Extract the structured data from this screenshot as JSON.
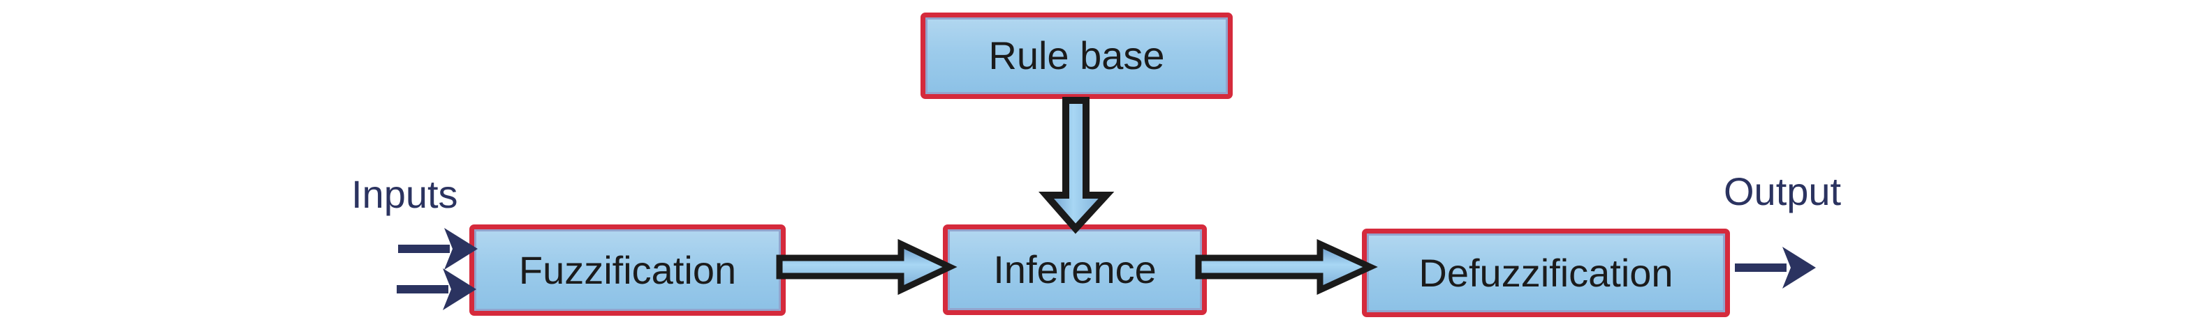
{
  "figure": {
    "type": "flowchart",
    "background": "#ffffff"
  },
  "nodes": {
    "rule_base": {
      "label": "Rule base"
    },
    "fuzzification": {
      "label": "Fuzzification"
    },
    "inference": {
      "label": "Inference"
    },
    "defuzzification": {
      "label": "Defuzzification"
    }
  },
  "labels": {
    "inputs": "Inputs",
    "output": "Output"
  },
  "edges": [
    {
      "from": "inputs",
      "to": "fuzzification",
      "style": "navy-line-arrow"
    },
    {
      "from": "inputs",
      "to": "fuzzification",
      "style": "navy-line-arrow"
    },
    {
      "from": "fuzzification",
      "to": "inference",
      "style": "block-arrow"
    },
    {
      "from": "rule_base",
      "to": "inference",
      "style": "block-arrow"
    },
    {
      "from": "inference",
      "to": "defuzzification",
      "style": "block-arrow"
    },
    {
      "from": "defuzzification",
      "to": "output",
      "style": "navy-line-arrow"
    }
  ],
  "colors": {
    "box_fill_top": "#b2d7f0",
    "box_fill_bottom": "#8cc1e6",
    "box_border_red": "#d52a3c",
    "box_inner_line": "#93a4cd",
    "node_text": "#1b1b1b",
    "navy_text_and_arrows": "#2b3360",
    "block_arrow_outline": "#1a1a1a",
    "block_arrow_fill_light": "#a8d7f4",
    "block_arrow_fill_dark": "#6595c6"
  }
}
